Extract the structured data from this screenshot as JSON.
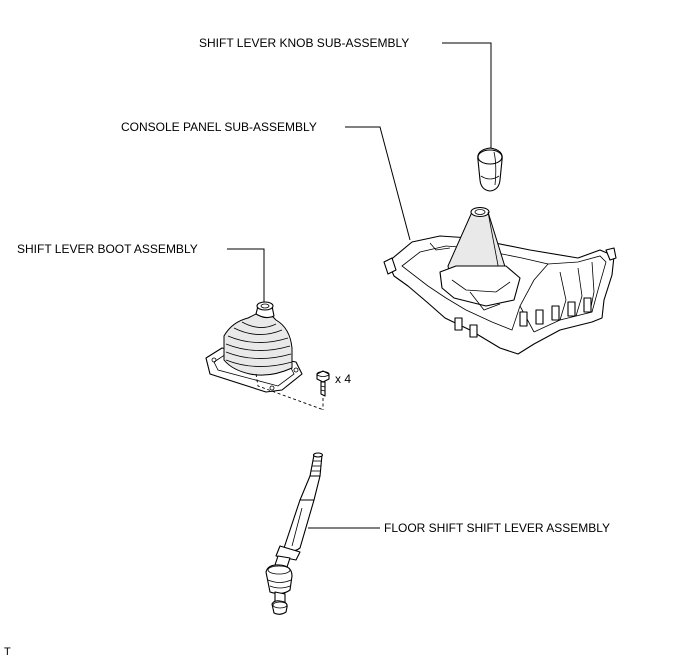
{
  "labels": {
    "knob": "SHIFT LEVER KNOB SUB-ASSEMBLY",
    "console": "CONSOLE PANEL SUB-ASSEMBLY",
    "boot": "SHIFT LEVER BOOT ASSEMBLY",
    "lever": "FLOOR SHIFT SHIFT LEVER ASSEMBLY",
    "qty": "x 4",
    "corner": "T"
  }
}
